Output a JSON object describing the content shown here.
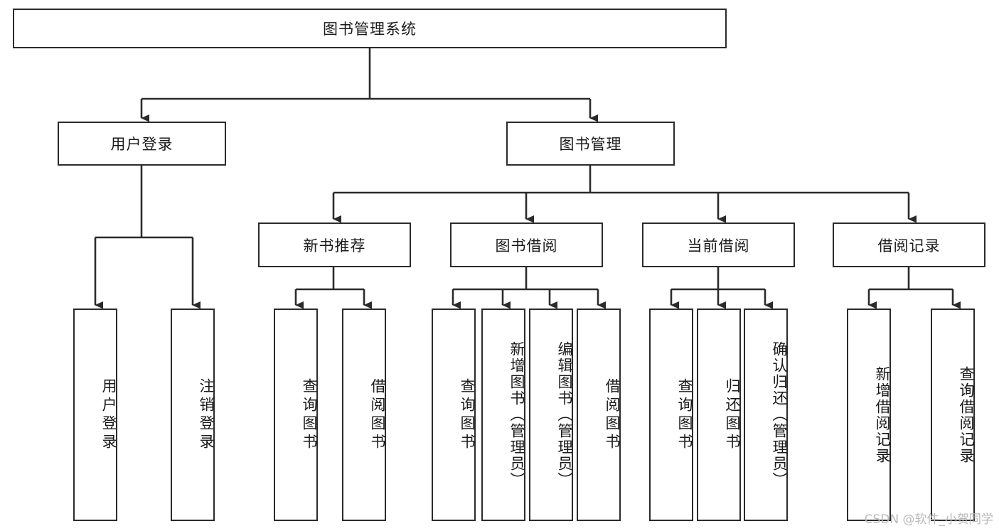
{
  "diagram": {
    "type": "tree",
    "title": "图书管理系统",
    "watermark": "CSDN @软件_小贺同学",
    "colors": {
      "stroke": "#2b2b2b",
      "fill": "#ffffff",
      "text": "#1a1a1a",
      "watermark": "#b9b9b9"
    },
    "levels": {
      "root": [
        "图书管理系统"
      ],
      "level2": [
        "用户登录",
        "图书管理"
      ],
      "level3": [
        "新书推荐",
        "图书借阅",
        "当前借阅",
        "借阅记录"
      ]
    },
    "nodes": {
      "root": {
        "label": "图书管理系统"
      },
      "user_login": {
        "label": "用户登录"
      },
      "book_manage": {
        "label": "图书管理"
      },
      "new_book_rec": {
        "label": "新书推荐"
      },
      "book_borrow": {
        "label": "图书借阅"
      },
      "current_borrow": {
        "label": "当前借阅"
      },
      "borrow_record": {
        "label": "借阅记录"
      },
      "leaf_user_login": {
        "label": "用户登录"
      },
      "leaf_user_logout": {
        "label": "注销登录"
      },
      "leaf_rec_query": {
        "label": "查询图书"
      },
      "leaf_rec_borrow": {
        "label": "借阅图书"
      },
      "leaf_borrow_query": {
        "label": "查询图书"
      },
      "leaf_borrow_add": {
        "label": "新增图书（管理员）"
      },
      "leaf_borrow_edit": {
        "label": "编辑图书（管理员）"
      },
      "leaf_borrow_borrow": {
        "label": "借阅图书"
      },
      "leaf_cur_query": {
        "label": "查询图书"
      },
      "leaf_cur_return": {
        "label": "归还图书"
      },
      "leaf_cur_confirm": {
        "label": "确认归还（管理员）"
      },
      "leaf_rec_add": {
        "label": "新增借阅记录"
      },
      "leaf_rec_query2": {
        "label": "查询借阅记录"
      }
    },
    "edges": [
      {
        "from": "root",
        "to": "user_login"
      },
      {
        "from": "root",
        "to": "book_manage"
      },
      {
        "from": "user_login",
        "to": "leaf_user_login"
      },
      {
        "from": "user_login",
        "to": "leaf_user_logout"
      },
      {
        "from": "book_manage",
        "to": "new_book_rec"
      },
      {
        "from": "book_manage",
        "to": "book_borrow"
      },
      {
        "from": "book_manage",
        "to": "current_borrow"
      },
      {
        "from": "book_manage",
        "to": "borrow_record"
      },
      {
        "from": "new_book_rec",
        "to": "leaf_rec_query"
      },
      {
        "from": "new_book_rec",
        "to": "leaf_rec_borrow"
      },
      {
        "from": "book_borrow",
        "to": "leaf_borrow_query"
      },
      {
        "from": "book_borrow",
        "to": "leaf_borrow_add"
      },
      {
        "from": "book_borrow",
        "to": "leaf_borrow_edit"
      },
      {
        "from": "book_borrow",
        "to": "leaf_borrow_borrow"
      },
      {
        "from": "current_borrow",
        "to": "leaf_cur_query"
      },
      {
        "from": "current_borrow",
        "to": "leaf_cur_return"
      },
      {
        "from": "current_borrow",
        "to": "leaf_cur_confirm"
      },
      {
        "from": "borrow_record",
        "to": "leaf_rec_add"
      },
      {
        "from": "borrow_record",
        "to": "leaf_rec_query2"
      }
    ]
  }
}
